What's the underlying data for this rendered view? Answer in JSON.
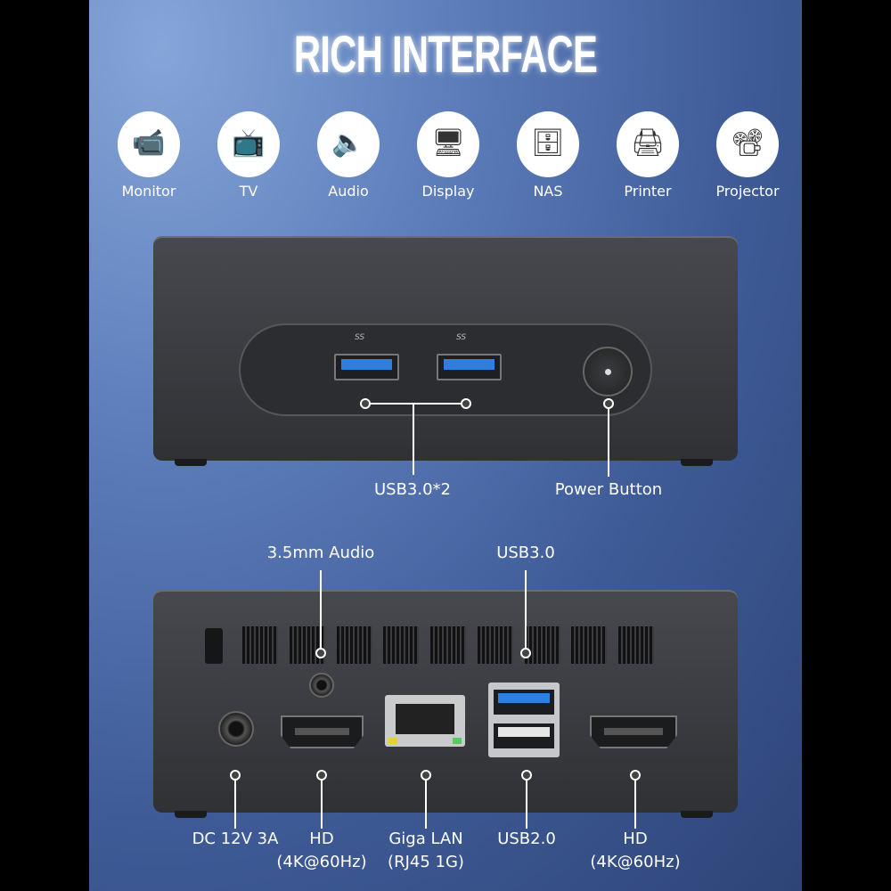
{
  "title": "RICH INTERFACE",
  "devices": [
    {
      "label": "Monitor",
      "icon": "security-camera-icon"
    },
    {
      "label": "TV",
      "icon": "tv-icon"
    },
    {
      "label": "Audio",
      "icon": "speaker-icon"
    },
    {
      "label": "Display",
      "icon": "monitor-display-icon"
    },
    {
      "label": "NAS",
      "icon": "server-rack-icon"
    },
    {
      "label": "Printer",
      "icon": "printer-icon"
    },
    {
      "label": "Projector",
      "icon": "projector-icon"
    }
  ],
  "front": {
    "usb_logo": "SS",
    "usb_label": "USB3.0*2",
    "power_label": "Power Button"
  },
  "rear": {
    "audio_label": "3.5mm Audio",
    "usb3_label": "USB3.0",
    "dc_label": "DC 12V 3A",
    "hd1_label": "HD",
    "hd1_sub": "(4K@60Hz)",
    "lan_label": "Giga LAN",
    "lan_sub": "(RJ45 1G)",
    "usb2_label": "USB2.0",
    "hd2_label": "HD",
    "hd2_sub": "(4K@60Hz)"
  },
  "colors": {
    "background": "#4a68a8",
    "device": "#3a3c40",
    "usb3_port": "#2f7fe0"
  }
}
